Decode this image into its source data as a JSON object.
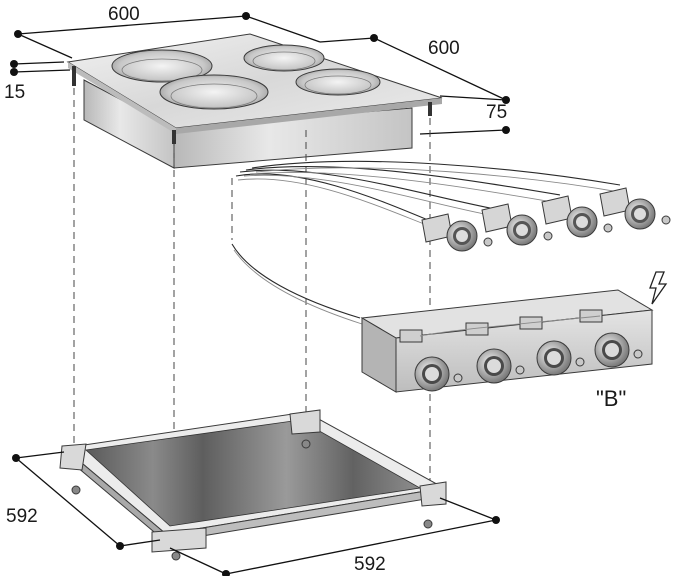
{
  "dimensions": {
    "hob_width": "600",
    "hob_depth": "600",
    "hob_flange": "15",
    "hob_height": "75",
    "frame_width": "592",
    "frame_depth": "592"
  },
  "labels": {
    "control_box": "\"B\""
  },
  "colors": {
    "steel_light": "#e6e6e6",
    "steel_mid": "#c9c9c9",
    "steel_dark": "#9a9a9a",
    "glass": "#6e6e6e",
    "line": "#111111"
  },
  "components": {
    "hob_zones": 4,
    "control_knobs": 4
  }
}
